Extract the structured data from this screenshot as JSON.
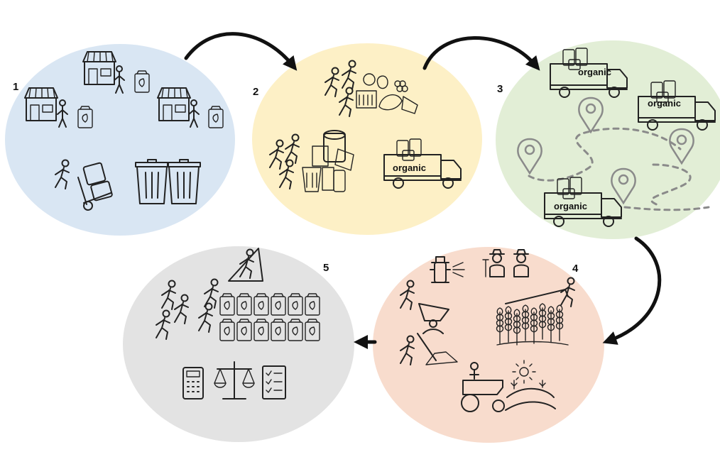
{
  "colors": {
    "stage1": "#d9e6f3",
    "stage2": "#fdf0c6",
    "stage3": "#e2eed6",
    "stage4": "#f8dccd",
    "stage5": "#e3e3e3",
    "arrow": "#111111",
    "route": "#8a8a8a"
  },
  "stages": [
    {
      "number": "1",
      "icons": [
        "market-stall-icon",
        "shopper-icon",
        "hand-truck-icon",
        "trash-bin-icon"
      ]
    },
    {
      "number": "2",
      "icons": [
        "crowd-icon",
        "produce-icon",
        "paper-roll-icon",
        "organic-truck-icon"
      ]
    },
    {
      "number": "3",
      "icons": [
        "organic-truck-icon",
        "map-pin-icon",
        "route-icon"
      ]
    },
    {
      "number": "4",
      "icons": [
        "farmers-icon",
        "fire-hydrant-icon",
        "wheelbarrow-icon",
        "pickaxe-icon",
        "wheat-icon",
        "tractor-icon",
        "sun-icon"
      ]
    },
    {
      "number": "5",
      "icons": [
        "climber-icon",
        "bag-stack-icon",
        "calculator-icon",
        "scales-icon",
        "checklist-icon"
      ]
    }
  ],
  "truck_label": "organic"
}
